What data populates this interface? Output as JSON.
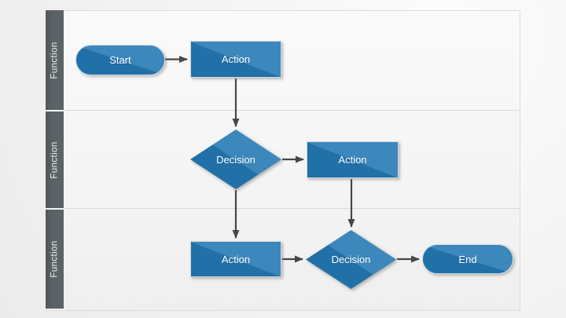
{
  "diagram": {
    "kind": "swimlane-flowchart",
    "lanes": [
      {
        "label": "Function"
      },
      {
        "label": "Function"
      },
      {
        "label": "Function"
      }
    ],
    "nodes": [
      {
        "id": "start",
        "shape": "terminator",
        "label": "Start",
        "lane": 0
      },
      {
        "id": "action-1",
        "shape": "process",
        "label": "Action",
        "lane": 0
      },
      {
        "id": "decision-1",
        "shape": "decision",
        "label": "Decision",
        "lane": 1
      },
      {
        "id": "action-2",
        "shape": "process",
        "label": "Action",
        "lane": 1
      },
      {
        "id": "action-3",
        "shape": "process",
        "label": "Action",
        "lane": 2
      },
      {
        "id": "decision-2",
        "shape": "decision",
        "label": "Decision",
        "lane": 2
      },
      {
        "id": "end",
        "shape": "terminator",
        "label": "End",
        "lane": 2
      }
    ],
    "edges": [
      {
        "from": "start",
        "to": "action-1"
      },
      {
        "from": "action-1",
        "to": "decision-1"
      },
      {
        "from": "decision-1",
        "to": "action-2"
      },
      {
        "from": "decision-1",
        "to": "action-3"
      },
      {
        "from": "action-2",
        "to": "decision-2"
      },
      {
        "from": "action-3",
        "to": "decision-2"
      },
      {
        "from": "decision-2",
        "to": "end"
      }
    ],
    "colors": {
      "shape_fill_dark": "#2270a8",
      "shape_fill_light": "#3c87bb",
      "lane_bar": "#5b6367",
      "lane_text": "#f2f4f5",
      "connector": "#474747",
      "divider": "#dadada",
      "frame_border": "#dcdcdc",
      "background": "#f3f3f3"
    }
  }
}
